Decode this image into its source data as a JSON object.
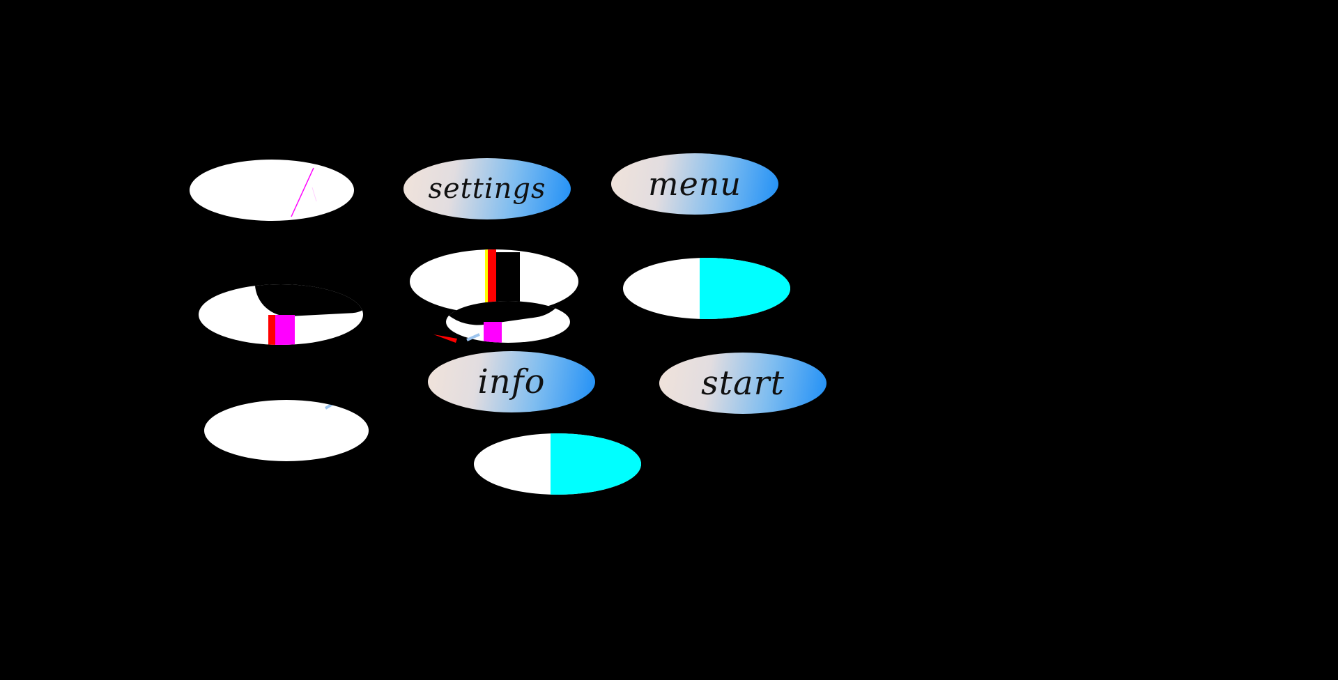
{
  "buttons": {
    "settings": "settings",
    "menu": "menu",
    "info": "info",
    "start": "start"
  },
  "colors": {
    "background": "#000000",
    "oval_fill": "#ffffff",
    "gradient_start": "#f1e3da",
    "gradient_end": "#1f8ff6",
    "cyan": "#00ffff",
    "magenta": "#ff00ff",
    "red": "#ff0000",
    "yellow": "#ffff00",
    "light_blue": "#9cc4ee"
  }
}
